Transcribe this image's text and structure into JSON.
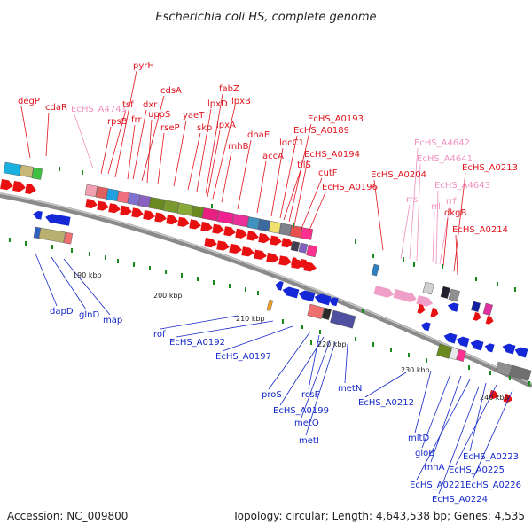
{
  "title": "Escherichia coli HS, complete genome",
  "footer": {
    "accession": "Accession: NC_009800",
    "summary": "Topology: circular; Length: 4,643,538 bp; Genes: 4,535"
  },
  "ticks": [
    "190 kbp",
    "200 kbp",
    "210 kbp",
    "220 kbp",
    "230 kbp",
    "240 kbp"
  ],
  "colors": {
    "forward_label": "#e0141e",
    "rna_label": "#f090c0",
    "reverse_label": "#1428c8",
    "backbone": "#8a8a8a",
    "tick": "#1a8a1a"
  },
  "labels_top": [
    "degP",
    "cdaR",
    "EcHS_A4741",
    "rpsB",
    "tsf",
    "pyrH",
    "frr",
    "dxr",
    "cdsA",
    "uppS",
    "rseP",
    "yaeT",
    "skp",
    "lpxD",
    "fabZ",
    "lpxA",
    "lpxB",
    "rnhB",
    "dnaE",
    "accA",
    "ldcC1",
    "tilS",
    "EcHS_A0189",
    "EcHS_A0193",
    "EcHS_A0194",
    "cutF",
    "EcHS_A0196",
    "EcHS_A0204",
    "rrs",
    "EcHS_A4642",
    "EcHS_A4641",
    "rrl",
    "EcHS_A4643",
    "rrf",
    "dkgB",
    "EcHS_A0213",
    "EcHS_A0214"
  ],
  "labels_bottom": [
    "dapD",
    "glnD",
    "map",
    "rof",
    "EcHS_A0192",
    "EcHS_A0197",
    "proS",
    "rcsF",
    "EcHS_A0199",
    "metQ",
    "metI",
    "metN",
    "EcHS_A0212",
    "mltD",
    "gloB",
    "rnhA",
    "EcHS_A0221",
    "EcHS_A0223",
    "EcHS_A0225",
    "EcHS_A0224",
    "EcHS_A0226"
  ]
}
